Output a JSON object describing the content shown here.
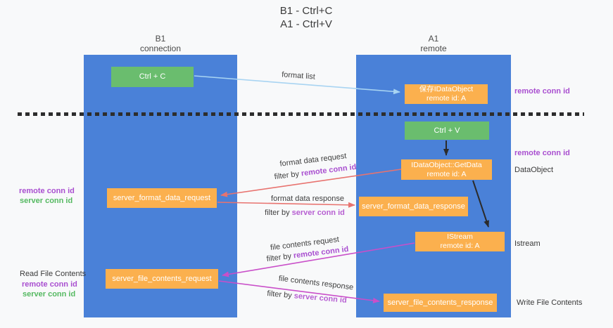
{
  "title": {
    "line1": "B1 - Ctrl+C",
    "line2": "A1 - Ctrl+V"
  },
  "columns": {
    "left": {
      "name": "B1",
      "role": "connection"
    },
    "right": {
      "name": "A1",
      "role": "remote"
    }
  },
  "boxes": {
    "ctrl_c": "Ctrl + C",
    "ctrl_v": "Ctrl + V",
    "save_idataobject": {
      "line1": "保存IDataObject",
      "line2": "remote id: A"
    },
    "getdata": {
      "line1": "IDataObject::GetData",
      "line2": "remote id: A"
    },
    "istream": {
      "line1": "IStream",
      "line2": "remote id: A"
    },
    "format_request": "server_format_data_request",
    "format_response": "server_format_data_response",
    "file_request": "server_file_contents_request",
    "file_response": "server_file_contents_response"
  },
  "annotations": {
    "remote_conn_id": "remote conn id",
    "server_conn_id": "server conn id",
    "dataobject": "DataObject",
    "istream": "Istream",
    "read_file_contents": "Read File Contents",
    "write_file_contents": "Write File Contents"
  },
  "flow": {
    "format_list": "format list",
    "format_data_request": "format data request",
    "format_data_response": "format data response",
    "file_contents_request": "file contents request",
    "file_contents_response": "file contents response",
    "filter_by": "filter by",
    "remote_conn_id": "remote conn id",
    "server_conn_id": "server conn id"
  },
  "colors": {
    "column_blue": "#4a81d8",
    "box_green": "#6abd6e",
    "box_orange": "#fbb04e",
    "purple": "#a94fd0",
    "green_label": "#55b961",
    "arrow_red": "#e8736f",
    "arrow_magenta": "#c94fc9",
    "arrow_lightblue": "#a8d4f2",
    "arrow_black": "#2b2b2b"
  }
}
